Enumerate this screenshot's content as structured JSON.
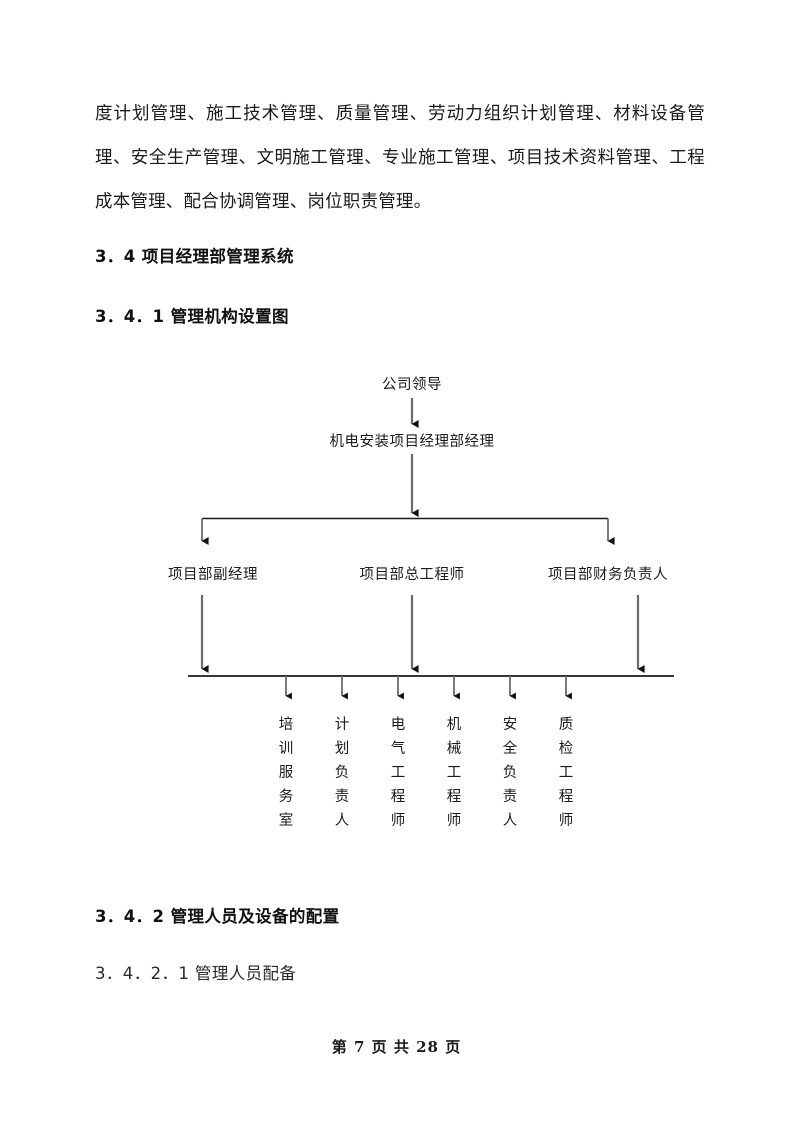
{
  "document": {
    "body_paragraph": "度计划管理、施工技术管理、质量管理、劳动力组织计划管理、材料设备管理、安全生产管理、文明施工管理、专业施工管理、项目技术资料管理、工程成本管理、配合协调管理、岗位职责管理。",
    "headings": {
      "h_34": "3．4 项目经理部管理系统",
      "h_341": "3．4．1 管理机构设置图",
      "h_342": "3．4．2 管理人员及设备的配置",
      "h_3421": "3．4．2．1 管理人员配备"
    },
    "footer": "第 7 页  共  28 页"
  },
  "org_chart": {
    "top": {
      "label": "公司领导"
    },
    "second": {
      "label": "机电安装项目经理部经理"
    },
    "third": [
      {
        "label": "项目部副经理"
      },
      {
        "label": "项目部总工程师"
      },
      {
        "label": "项目部财务负责人"
      }
    ],
    "fourth": [
      {
        "label": "培训服务室",
        "chars": [
          "培",
          "训",
          "服",
          "务",
          "室"
        ]
      },
      {
        "label": "计划负责人",
        "chars": [
          "计",
          "划",
          "负",
          "责",
          "人"
        ]
      },
      {
        "label": "电气工程师",
        "chars": [
          "电",
          "气",
          "工",
          "程",
          "师"
        ]
      },
      {
        "label": "机械工程师",
        "chars": [
          "机",
          "械",
          "工",
          "程",
          "师"
        ]
      },
      {
        "label": "安全负责人",
        "chars": [
          "安",
          "全",
          "负",
          "责",
          "人"
        ]
      },
      {
        "label": "质检工程师",
        "chars": [
          "质",
          "检",
          "工",
          "程",
          "师"
        ]
      }
    ],
    "colors": {
      "line": "#6b6b6b",
      "bracket": "#1a1a1a",
      "arrowhead": "#111111",
      "text": "#1b1b1b"
    }
  }
}
